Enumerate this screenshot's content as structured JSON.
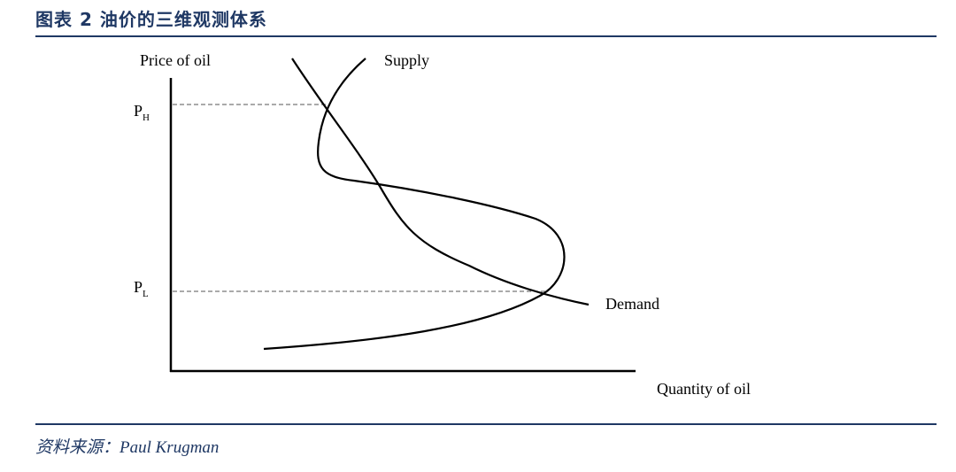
{
  "header": {
    "title": "图表 2 油价的三维观测体系"
  },
  "diagram": {
    "y_axis_label": "Price of oil",
    "x_axis_label": "Quantity of oil",
    "supply_label": "Supply",
    "demand_label": "Demand",
    "price_high": {
      "base": "P",
      "sub": "H"
    },
    "price_low": {
      "base": "P",
      "sub": "L"
    }
  },
  "footer": {
    "source": "资料来源：Paul Krugman"
  }
}
